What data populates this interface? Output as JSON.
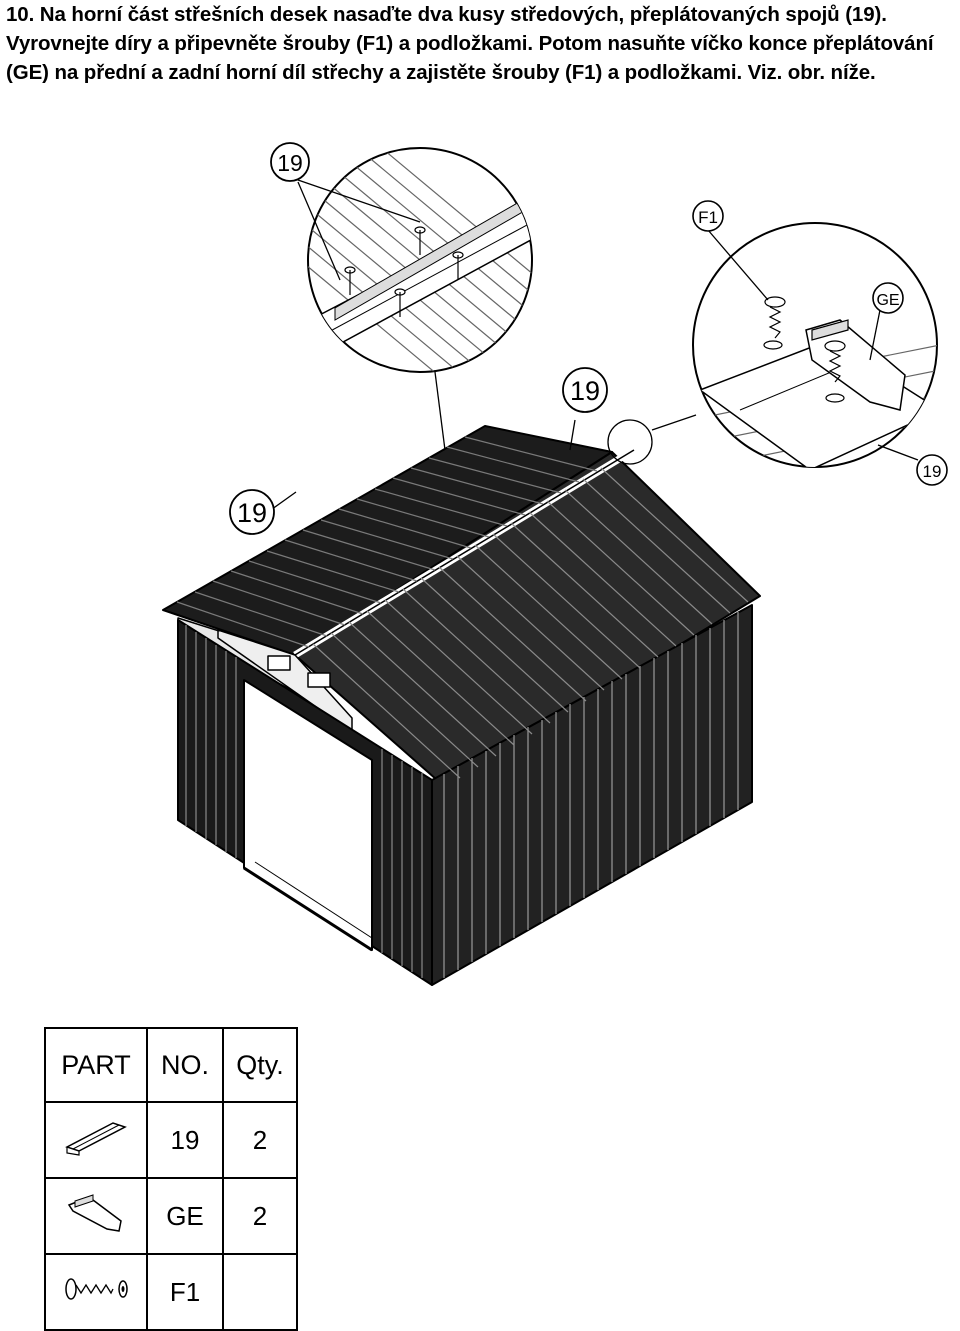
{
  "instructions": {
    "line1": "10. Na horní část střešních desek nasaďte dva kusy středových, přeplátovaných spojů (19).",
    "line2": "Vyrovnejte díry a připevněte šrouby (F1) a podložkami. Potom nasuňte víčko konce přeplátování",
    "line3": "(GE) na přední a zadní horní díl střechy a zajistěte šrouby (F1) a podložkami. Viz. obr. níže."
  },
  "callouts": {
    "top_left": "19",
    "detail_part": "19",
    "left": "19",
    "screw": "F1",
    "end_cap": "GE",
    "right_detail": "19"
  },
  "parts_table": {
    "headers": [
      "PART",
      "NO.",
      "Qty."
    ],
    "rows": [
      {
        "icon": "ridge-joint-icon",
        "no": "19",
        "qty": "2"
      },
      {
        "icon": "end-cap-icon",
        "no": "GE",
        "qty": "2"
      },
      {
        "icon": "screw-washer-icon",
        "no": "F1",
        "qty": ""
      }
    ]
  }
}
